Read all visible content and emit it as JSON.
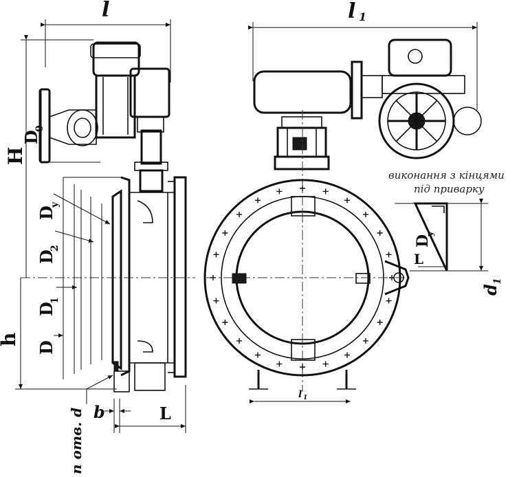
{
  "labels": {
    "l": "l",
    "l1": "l",
    "l1_sub": "1",
    "H": "H",
    "D0": "D",
    "D0_sub": "0",
    "Dy": "D",
    "Dy_sub": "y",
    "D2": "D",
    "D2_sub": "2",
    "D1": "D",
    "D1_sub": "1",
    "D": "D",
    "h": "h",
    "b": "b",
    "L": "L",
    "n_holes": "n отв. d",
    "l2": "l",
    "l2_sub": "1"
  },
  "detail": {
    "note_line1": "виконання з кінцями",
    "note_line2": "під приварку",
    "Dy": "D",
    "Dy_sub": "y",
    "L": "L",
    "d1": "d",
    "d1_sub": "1"
  }
}
